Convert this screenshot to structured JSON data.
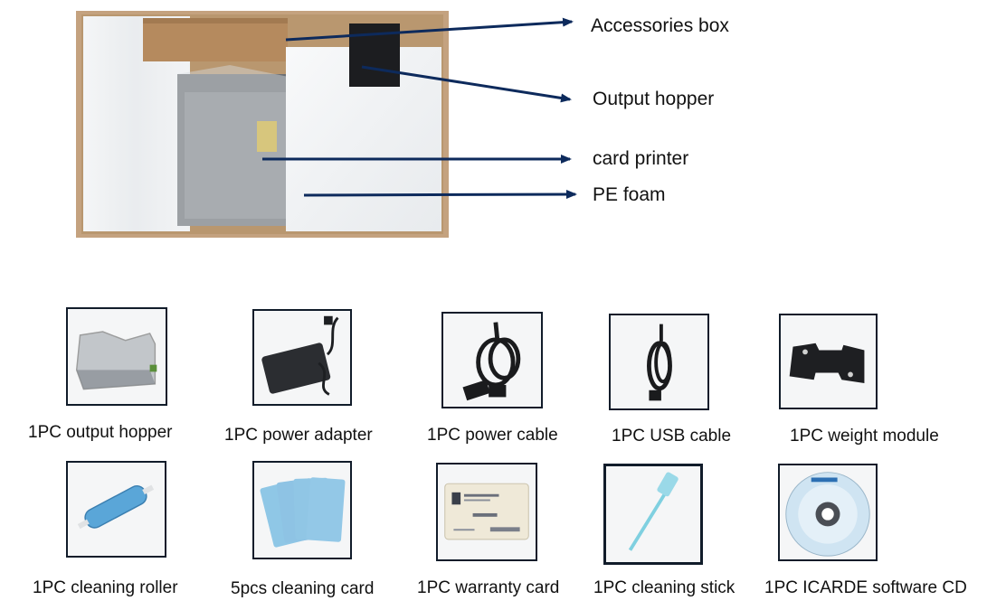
{
  "callouts": [
    {
      "label": "Accessories box"
    },
    {
      "label": "Output hopper"
    },
    {
      "label": "card printer"
    },
    {
      "label": "PE foam"
    }
  ],
  "accessories": [
    {
      "caption": "1PC output hopper",
      "icon": "output-hopper-icon"
    },
    {
      "caption": "1PC power adapter",
      "icon": "power-adapter-icon"
    },
    {
      "caption": "1PC power cable",
      "icon": "power-cable-icon"
    },
    {
      "caption": "1PC USB cable",
      "icon": "usb-cable-icon"
    },
    {
      "caption": "1PC weight module",
      "icon": "weight-module-icon"
    },
    {
      "caption": "1PC cleaning roller",
      "icon": "cleaning-roller-icon"
    },
    {
      "caption": "5pcs cleaning card",
      "icon": "cleaning-card-icon"
    },
    {
      "caption": "1PC warranty card",
      "icon": "warranty-card-icon"
    },
    {
      "caption": "1PC cleaning stick",
      "icon": "cleaning-stick-icon"
    },
    {
      "caption": "1PC ICARDE software CD",
      "icon": "software-cd-icon"
    }
  ],
  "colors": {
    "arrow": "#0d2a5c",
    "frame": "#111c2a",
    "foam": "#f2f4f6",
    "carton": "#c9a988"
  }
}
